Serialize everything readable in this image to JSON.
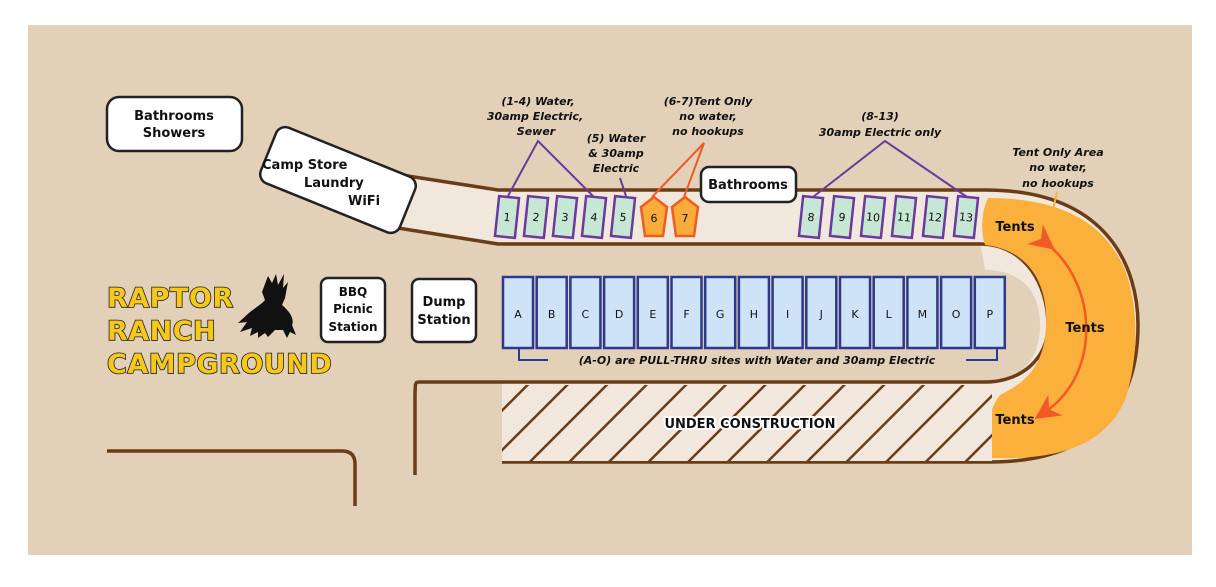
{
  "title": {
    "lines": [
      "RAPTOR",
      "RANCH",
      "CAMPGROUND"
    ]
  },
  "buildings": {
    "bathrooms_showers": [
      "Bathrooms",
      "Showers"
    ],
    "camp_store": [
      "Camp Store",
      "Laundry",
      "WiFi"
    ],
    "bbq": [
      "BBQ",
      "Picnic",
      "Station"
    ],
    "dump": [
      "Dump",
      "Station"
    ],
    "bathrooms_top": "Bathrooms"
  },
  "annotations": {
    "sites_1_4": [
      "(1-4) Water,",
      "30amp Electric,",
      "Sewer"
    ],
    "site_5": [
      "(5) Water",
      "& 30amp",
      "Electric"
    ],
    "sites_6_7": [
      "(6-7)Tent Only",
      "no water,",
      "no hookups"
    ],
    "sites_8_13": [
      "(8-13)",
      "30amp Electric only"
    ],
    "tent_area": [
      "Tent Only Area",
      "no water,",
      "no hookups"
    ],
    "pull_thru": "(A-O) are PULL-THRU sites with Water and 30amp Electric"
  },
  "sites": {
    "hookup_left": [
      "1",
      "2",
      "3",
      "4",
      "5"
    ],
    "tent_only": [
      "6",
      "7"
    ],
    "electric_only": [
      "8",
      "9",
      "10",
      "11",
      "12",
      "13"
    ],
    "pull_thru": [
      "A",
      "B",
      "C",
      "D",
      "E",
      "F",
      "G",
      "H",
      "I",
      "J",
      "K",
      "L",
      "M",
      "O",
      "P"
    ]
  },
  "tents": {
    "top": "Tents",
    "middle": "Tents",
    "bottom": "Tents"
  },
  "construction": "UNDER CONSTRUCTION",
  "colors": {
    "background": "#e2d0b9",
    "road": "#f1e7dc",
    "road_edge": "#6b3d17",
    "hookup_site_fill": "#c5e7d3",
    "site_outline": "#6b3a9c",
    "tent_site_fill": "#f9ac3a",
    "tent_site_outline": "#f05a23",
    "pull_thru_fill": "#cfe3f8",
    "pull_thru_outline": "#2b3a8f",
    "tent_area": "#fbb03b",
    "arrow": "#f15a24",
    "title_fill": "#f6c81a"
  }
}
